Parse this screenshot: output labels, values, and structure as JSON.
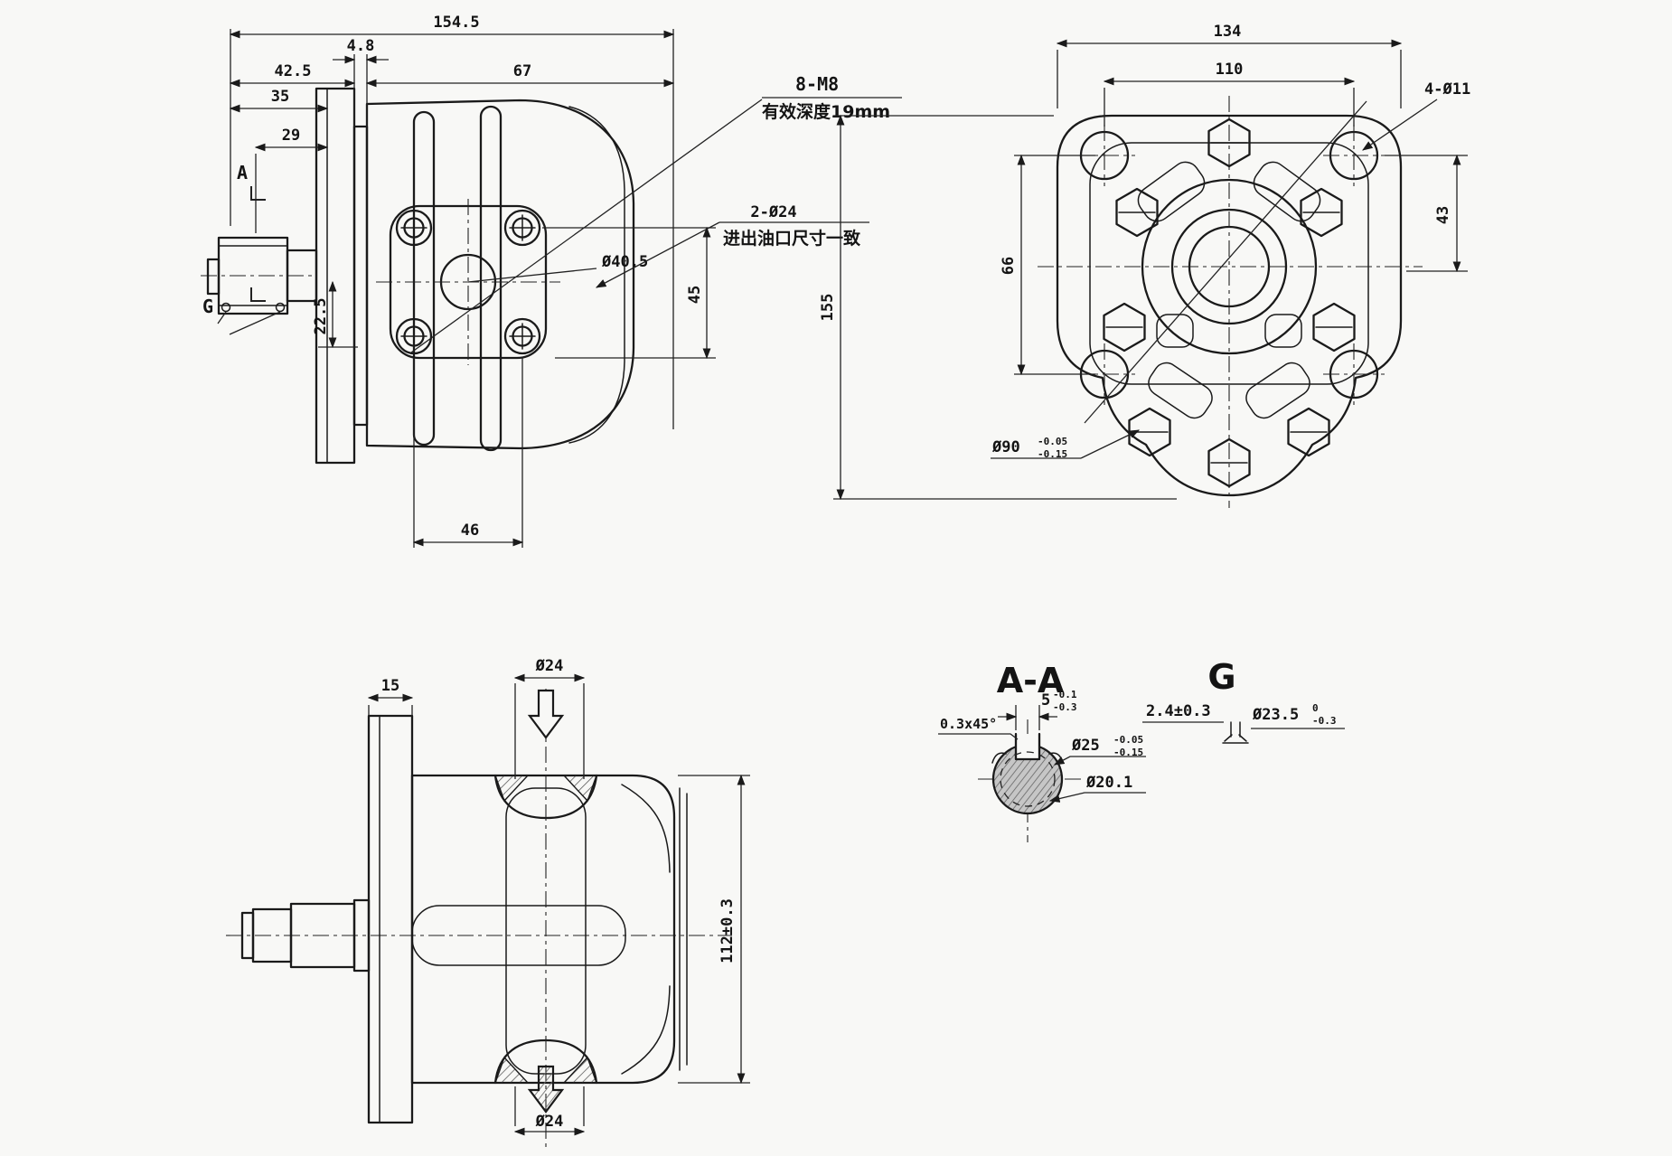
{
  "drawing_type": "hydraulic gear pump engineering drawing",
  "side_view": {
    "dim_total": "154.5",
    "dim_shaft": "42.5",
    "dim_spacer": "4.8",
    "dim_body": "67",
    "dim_35": "35",
    "dim_29": "29",
    "dim_22_5": "22.5",
    "dim_45": "45",
    "dim_46": "46",
    "pilot_dia": "Ø40.5",
    "label_a": "A",
    "label_g": "G",
    "note_thread_1": "8-M8",
    "note_thread_2": "有效深度19mm",
    "note_port_1": "2-Ø24",
    "note_port_2": "进出油口尺寸一致"
  },
  "front_view": {
    "dim_134": "134",
    "dim_110": "110",
    "note_holes": "4-Ø11",
    "dim_43": "43",
    "dim_66": "66",
    "dim_155": "155",
    "spigot_dia": "Ø90",
    "spigot_tol_up": "-0.05",
    "spigot_tol_low": "-0.15"
  },
  "top_view": {
    "dim_15": "15",
    "dim_port_in": "Ø24",
    "dim_height": "112±0.3",
    "dim_port_out": "Ø24"
  },
  "section_aa": {
    "title": "A-A",
    "chamfer": "0.3x45°",
    "key_width": "5",
    "key_tol_up": "-0.1",
    "key_tol_low": "-0.3",
    "shaft_dia": "Ø25",
    "shaft_tol_up": "-0.05",
    "shaft_tol_low": "-0.15",
    "chord_dia": "Ø20.1"
  },
  "detail_g": {
    "title": "G",
    "groove_width": "2.4±0.3",
    "groove_dia": "Ø23.5",
    "groove_tol_up": "0",
    "groove_tol_low": "-0.3"
  }
}
